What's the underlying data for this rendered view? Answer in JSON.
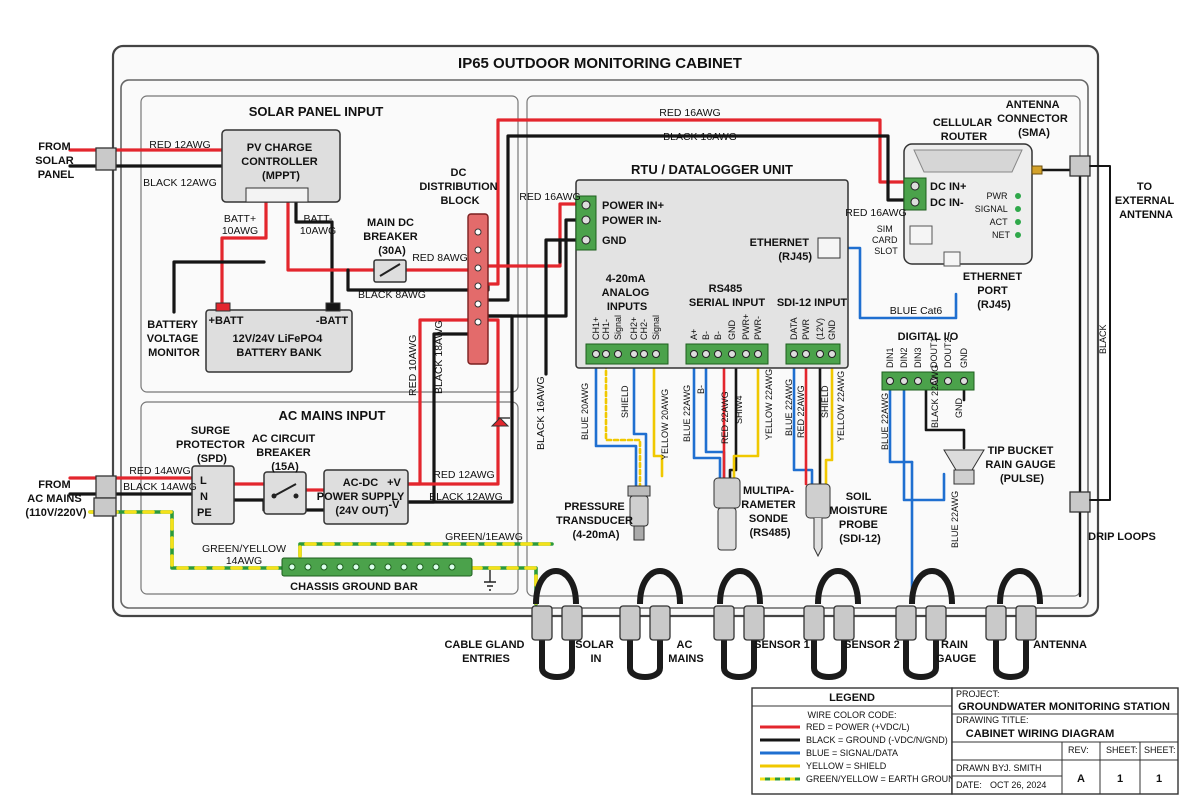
{
  "title": "IP65 OUTDOOR MONITORING CABINET",
  "sections": {
    "solar": "SOLAR PANEL INPUT",
    "ac": "AC MAINS INPUT",
    "rtu": "RTU / DATALOGGER UNIT"
  },
  "external": {
    "from_solar": [
      "FROM",
      "SOLAR",
      "PANEL"
    ],
    "from_ac": [
      "FROM",
      "AC MAINS",
      "(110V/220V)"
    ],
    "to_antenna": [
      "TO",
      "EXTERNAL",
      "ANTENNA"
    ]
  },
  "devices": {
    "pv_controller": [
      "PV CHARGE",
      "CONTROLLER",
      "(MPPT)"
    ],
    "battery": [
      "12V/24V LiFePO4",
      "BATTERY BANK"
    ],
    "batt_pos": "+BATT",
    "batt_neg": "-BATT",
    "battery_monitor": [
      "BATTERY",
      "VOLTAGE",
      "MONITOR"
    ],
    "main_breaker": [
      "MAIN DC",
      "BREAKER",
      "(30A)"
    ],
    "dc_block": [
      "DC",
      "DISTRIBUTION",
      "BLOCK"
    ],
    "surge": [
      "SURGE",
      "PROTECTOR",
      "(SPD)"
    ],
    "ac_breaker": [
      "AC CIRCUIT",
      "BREAKER",
      "(15A)"
    ],
    "psu": [
      "AC-DC",
      "POWER SUPPLY",
      "(24V OUT)"
    ],
    "psu_pos": "+V",
    "psu_neg": "-V",
    "ground_bar": "CHASSIS GROUND BAR",
    "router": [
      "CELLULAR",
      "ROUTER"
    ],
    "antenna_conn": [
      "ANTENNA",
      "CONNECTOR",
      "(SMA)"
    ],
    "router_dc": [
      "DC IN+",
      "DC IN-"
    ],
    "router_leds": [
      "PWR",
      "SIGNAL",
      "ACT",
      "NET"
    ],
    "sim_slot": [
      "SIM",
      "CARD",
      "SLOT"
    ],
    "eth_port": [
      "ETHERNET",
      "PORT",
      "(RJ45)"
    ],
    "rtu_power": [
      "POWER IN+",
      "POWER IN-",
      "GND"
    ],
    "rtu_eth": [
      "ETHERNET",
      "(RJ45)"
    ],
    "analog": [
      "4-20mA",
      "ANALOG",
      "INPUTS"
    ],
    "analog_pins": [
      "CH1+",
      "CH1-",
      "Signal",
      "CH2+",
      "CH2-",
      "Signal"
    ],
    "rs485": [
      "RS485",
      "SERIAL INPUT"
    ],
    "rs485_pins": [
      "A+",
      "B-",
      "B-",
      "GND",
      "PWR+",
      "PWR-"
    ],
    "sdi": "SDI-12 INPUT",
    "sdi_pins": [
      "DATA",
      "PWR",
      "(12V)",
      "GND"
    ],
    "dio": "DIGITAL I/O",
    "dio_pins": [
      "DIN1",
      "DIN2",
      "DIN3",
      "DOUT1",
      "DOUT2",
      "GND"
    ],
    "transducer": [
      "PRESSURE",
      "TRANSDUCER",
      "(4-20mA)"
    ],
    "sonde": [
      "MULTIPA-",
      "RAMETER",
      "SONDE",
      "(RS485)"
    ],
    "soil": [
      "SOIL",
      "MOISTURE",
      "PROBE",
      "(SDI-12)"
    ],
    "rain": [
      "TIP BUCKET",
      "RAIN GAUGE",
      "(PULSE)"
    ]
  },
  "terminal_labels": {
    "L": "L",
    "N": "N",
    "PE": "PE",
    "plus": "+",
    "minus": "−"
  },
  "wire_labels": {
    "red12": "RED 12AWG",
    "black12": "BLACK 12AWG",
    "batt_plus": [
      "BATT+",
      "10AWG"
    ],
    "batt_minus": [
      "BATT-",
      "10AWG"
    ],
    "red8": "RED 8AWG",
    "black8": "BLACK 8AWG",
    "red16": "RED 16AWG",
    "black16": "BLACK 16AWG",
    "red16_top": "RED 16AWG",
    "black16_top": "BLACK 16AWG",
    "red16_router": "RED 16AWG",
    "red10": "RED 10AWG",
    "black18": "BLACK 18AWG",
    "black16_v": "BLACK 16AWG",
    "red14": "RED 14AWG",
    "black14": "BLACK 14AWG",
    "red12_psu": "RED 12AWG",
    "black12_psu": "BLACK 12AWG",
    "gy14": [
      "GREEN/YELLOW",
      "14AWG"
    ],
    "gy_top": "GREEN/1EAWG",
    "blue_cat6": "BLUE Cat6",
    "blue20": "BLUE 20AWG",
    "shield": "SHIELD",
    "yellow20": "YELLOW 20AWG",
    "blue22": "BLUE 22AWG",
    "b_minus": "B-",
    "red22": "RED 22AWG",
    "shiw4": "SHIW4",
    "yellow22": "YELLOW 22AWG",
    "blue22_sdi": "BLUE 22AWG",
    "red22_sdi": "RED 22AWG",
    "shield_sdi": "SHIELD",
    "yellow22_sdi": "YELLOW 22AWG",
    "blue22_dio": "BLUE 22AWG",
    "black22": "BLACK 22AWG",
    "gnd": "GND",
    "blue22_rain": "BLUE 22AWG",
    "black_right": "BLACK"
  },
  "glands": {
    "title": [
      "CABLE GLAND",
      "ENTRIES"
    ],
    "items": [
      [
        "SOLAR",
        "IN"
      ],
      [
        "AC",
        "MAINS"
      ],
      [
        "SENSOR 1"
      ],
      [
        "SENSOR 2"
      ],
      [
        "RAIN",
        "GAUGE"
      ],
      [
        "ANTENNA"
      ]
    ],
    "drip": "DRIP LOOPS"
  },
  "legend": {
    "title": "LEGEND",
    "subtitle": "WIRE COLOR CODE:",
    "items": [
      {
        "color": "#e3262d",
        "label": "RED = POWER (+VDC/L)"
      },
      {
        "color": "#151515",
        "label": "BLACK = GROUND (-VDC/N/GND)"
      },
      {
        "color": "#1f6fd0",
        "label": "BLUE = SIGNAL/DATA"
      },
      {
        "color": "#f0c800",
        "label": "YELLOW = SHIELD"
      },
      {
        "color": "#2c9a3a",
        "label": "GREEN/YELLOW = EARTH GROUND (PE)"
      }
    ]
  },
  "title_block": {
    "project_label": "PROJECT:",
    "project": "GROUNDWATER MONITORING STATION",
    "drawing_label": "DRAWING TITLE:",
    "drawing": "CABINET WIRING DIAGRAM",
    "drawn_label": "DRAWN BY:",
    "drawn": "J. SMITH",
    "date_label": "DATE:",
    "date": "OCT 26, 2024",
    "rev_label": "REV:",
    "rev": "A",
    "sheet_label": "SHEET:",
    "sheet": "1",
    "sheets_label": "SHEET:",
    "sheets": "1"
  }
}
